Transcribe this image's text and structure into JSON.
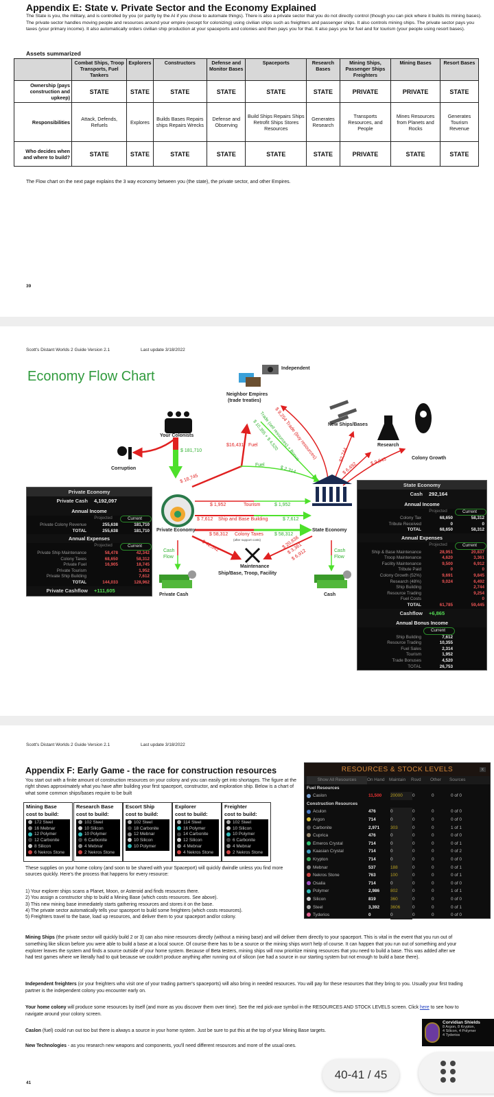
{
  "page39": {
    "title": "Appendix E:  State v. Private Sector and the Economy Explained",
    "intro": "The State is you, the military, and is controlled by you (or partly by the AI if you chose to automate things).  There is also a private sector that you do not directly control (though you can pick where it builds its mining bases).  The private sector handles moving people and resources around your empire (except for colonizing) using civilian ships such as freighters and passenger ships.  It also controls mining ships.  The private sector pays you taxes (your primary income).  It also automatically orders civilian ship production at your spaceports and colonies and then pays you for that.  It also pays you for fuel and for tourism (your people using resort bases).",
    "assets_heading": "Assets summarized",
    "columns": [
      "Combat Ships, Troop Transports, Fuel Tankers",
      "Explorers",
      "Constructors",
      "Defense and Monitor Bases",
      "Spaceports",
      "Research Bases",
      "Mining Ships, Passenger Ships Freighters",
      "Mining Bases",
      "Resort Bases"
    ],
    "rows": [
      {
        "label": "Ownership (pays construction and upkeep)",
        "cells": [
          "STATE",
          "STATE",
          "STATE",
          "STATE",
          "STATE",
          "STATE",
          "PRIVATE",
          "PRIVATE",
          "STATE"
        ],
        "big": true
      },
      {
        "label": "Responsibilities",
        "cells": [
          "Attack, Defends, Refuels",
          "Explores",
          "Builds Bases Repairs ships Repairs Wrecks",
          "Defense and Observing",
          "Build Ships Repairs Ships Retrofit Ships Stores Resources",
          "Generates Research",
          "Transports Resources, and People",
          "Mines Resources from Planets and Rocks",
          "Generates Tourism Revenue"
        ],
        "big": false
      },
      {
        "label": "Who decides when and where to build?",
        "cells": [
          "STATE",
          "STATE",
          "STATE",
          "STATE",
          "STATE",
          "STATE",
          "PRIVATE",
          "STATE",
          "STATE"
        ],
        "big": true
      }
    ],
    "flow_note": "The Flow chart on the next page explains the 3 way economy between you (the state), the private sector, and other Empires.",
    "page_number": "39"
  },
  "page40": {
    "header_title": "Scott's Distant Worlds 2 Guide   Version 2.1",
    "header_update": "Last update 3/18/2022",
    "title": "Economy Flow Chart",
    "nodes": {
      "independent": "Independent",
      "neighbor": "Neighbor Empires",
      "neighbor_sub": "(trade treaties)",
      "new_ships": "New Ships/Bases",
      "research": "Research",
      "colony_growth": "Colony Growth",
      "colonists": "Your Colonists",
      "corruption": "Corruption",
      "private_economy": "Private Economy",
      "state_economy": "State Economy",
      "maintenance": "Maintenance",
      "maintenance_sub": "Ship/Base, Troop, Facility",
      "private_cash": "Private Cash",
      "cash": "Cash",
      "cash_flow_1": "Cash",
      "cash_flow_2": "Flow"
    },
    "flows": {
      "colonists_income": "$ 181,710",
      "fuel_out": "$16,431",
      "fuel_word": "Fuel",
      "fuel_in_word": "Fuel",
      "fuel_in": "$ 2,314",
      "fuel_private": "$ 18,745",
      "trade_buy": "$ 9,254  Trade (buy resources)",
      "trade_sell": "Trade (sell resources) + Bonus",
      "trade_sell_amt": "$ 10,355 + $ 4,520",
      "new_ships_amt": "$2,744",
      "research_amt": "$ 6,492",
      "growth_amt": "$ 9,845",
      "tourism_l": "$ 1,952",
      "tourism_word": "Tourism",
      "tourism_r": "$ 1,952",
      "ship_l": "$ 7,612",
      "ship_word": "Ship and Base Building",
      "ship_r": "$ 7,612",
      "tax_l": "$ 58,312",
      "tax_word": "Colony  Taxes",
      "tax_sub": "(after support costs)",
      "tax_r": "$ 58,312",
      "maint_private": "$ 42,342",
      "maint_state_1": "$ 20,836",
      "maint_state_2": "$ 3,361",
      "maint_state_3": "$ 6,912"
    },
    "private_panel": {
      "title": "Private Economy",
      "cash_label": "Private Cash",
      "cash": "4,192,097",
      "income_title": "Annual Income",
      "projected": "Projected",
      "current": "Current",
      "income": [
        {
          "k": "Private Colony Revenue",
          "p": "255,638",
          "c": "181,710"
        },
        {
          "k": "TOTAL",
          "p": "255,638",
          "c": "181,710"
        }
      ],
      "expenses_title": "Annual Expenses",
      "expenses": [
        {
          "k": "Private Ship Maintenance",
          "p": "58,478",
          "c": "42,342"
        },
        {
          "k": "Colony Taxes",
          "p": "68,650",
          "c": "58,312"
        },
        {
          "k": "Private Fuel",
          "p": "16,905",
          "c": "18,745"
        },
        {
          "k": "Private Tourism",
          "p": "",
          "c": "1,952"
        },
        {
          "k": "Private Ship Building",
          "p": "",
          "c": "7,612"
        },
        {
          "k": "TOTAL",
          "p": "144,033",
          "c": "128,962"
        }
      ],
      "cashflow_label": "Private Cashflow",
      "cashflow": "+111,605"
    },
    "state_panel": {
      "title": "State Economy",
      "cash_label": "Cash",
      "cash": "292,164",
      "income_title": "Annual Income",
      "projected": "Projected",
      "current": "Current",
      "income": [
        {
          "k": "Colony Tax",
          "p": "68,650",
          "c": "58,312"
        },
        {
          "k": "Tribute Received",
          "p": "0",
          "c": "0"
        },
        {
          "k": "TOTAL",
          "p": "68,650",
          "c": "58,312"
        }
      ],
      "expenses_title": "Annual Expenses",
      "expenses": [
        {
          "k": "Ship & Base Maintenance",
          "p": "28,951",
          "c": "20,837"
        },
        {
          "k": "Troop Maintenance",
          "p": "4,620",
          "c": "3,361"
        },
        {
          "k": "Facility Maintenance",
          "p": "9,500",
          "c": "6,912"
        },
        {
          "k": "Tribute Paid",
          "p": "0",
          "c": "0"
        },
        {
          "k": "Colony Growth (52%)",
          "p": "9,691",
          "c": "9,845"
        },
        {
          "k": "Research (48%)",
          "p": "9,024",
          "c": "6,492"
        },
        {
          "k": "Ship Building",
          "p": "",
          "c": "2,744"
        },
        {
          "k": "Resource Trading",
          "p": "",
          "c": "9,254"
        },
        {
          "k": "Fuel Costs",
          "p": "",
          "c": "0"
        },
        {
          "k": "TOTAL",
          "p": "61,785",
          "c": "59,445"
        }
      ],
      "cashflow_label": "Cashflow",
      "cashflow": "+6,865",
      "bonus_title": "Annual Bonus Income",
      "bonus_current": "Current",
      "bonus": [
        {
          "k": "Ship Building",
          "c": "7,612"
        },
        {
          "k": "Resource Trading",
          "c": "10,355"
        },
        {
          "k": "Fuel Sales",
          "c": "2,314"
        },
        {
          "k": "Tourism",
          "c": "1,952"
        },
        {
          "k": "Trade Bonuses",
          "c": "4,520"
        },
        {
          "k": "TOTAL",
          "c": "26,753"
        }
      ]
    }
  },
  "page41": {
    "header_title": "Scott's Distant Worlds 2 Guide   Version 2.1",
    "header_update": "Last update 3/18/2022",
    "title": "Appendix F:  Early Game - the race for construction resources",
    "intro": "You start out with a finite amount of construction resources on your colony and you can easily get into shortages.  The figure at the right shows approximately what you have after building your first spaceport, constructor, and exploration ship.  Below is a chart of what some common ships/bases require to be built",
    "costs": [
      {
        "t1": "Mining Base",
        "t2": "cost to build:",
        "items": [
          {
            "n": "172 Steel",
            "c": "#aaa"
          },
          {
            "n": "16 Mebnar",
            "c": "#888"
          },
          {
            "n": "12 Polymer",
            "c": "#3bb"
          },
          {
            "n": "12 Carbonite",
            "c": "#444"
          },
          {
            "n": "8 Silicon",
            "c": "#ccc"
          },
          {
            "n": "6 Nekros Stone",
            "c": "#c44"
          }
        ]
      },
      {
        "t1": "Research Base",
        "t2": "cost to build:",
        "items": [
          {
            "n": "102 Steel",
            "c": "#aaa"
          },
          {
            "n": "10 Silicon",
            "c": "#ccc"
          },
          {
            "n": "10 Polymer",
            "c": "#3bb"
          },
          {
            "n": "6 Carbonite",
            "c": "#444"
          },
          {
            "n": "4 Mebnar",
            "c": "#888"
          },
          {
            "n": "2 Nekros Stone",
            "c": "#c44"
          }
        ]
      },
      {
        "t1": "Escort Ship",
        "t2": "cost to build:",
        "items": [
          {
            "n": "102 Steel",
            "c": "#aaa"
          },
          {
            "n": "18 Carbonite",
            "c": "#444"
          },
          {
            "n": "12 Mebnar",
            "c": "#888"
          },
          {
            "n": "10 Silicon",
            "c": "#ccc"
          },
          {
            "n": "10 Polymer",
            "c": "#3bb"
          }
        ]
      },
      {
        "t1": "Explorer",
        "t2": "cost to build:",
        "items": [
          {
            "n": "114 Steel",
            "c": "#aaa"
          },
          {
            "n": "16 Polymer",
            "c": "#3bb"
          },
          {
            "n": "14 Carbonite",
            "c": "#444"
          },
          {
            "n": "12 Silicon",
            "c": "#ccc"
          },
          {
            "n": "4 Mebnar",
            "c": "#888"
          },
          {
            "n": "4 Nekros Stone",
            "c": "#c44"
          }
        ]
      },
      {
        "t1": "Freighter",
        "t2": "cost to build:",
        "items": [
          {
            "n": "102 Steel",
            "c": "#aaa"
          },
          {
            "n": "10 Silicon",
            "c": "#ccc"
          },
          {
            "n": "10 Polymer",
            "c": "#3bb"
          },
          {
            "n": "6 Carbonite",
            "c": "#444"
          },
          {
            "n": "4 Mebnar",
            "c": "#888"
          },
          {
            "n": "2 Nekros Stone",
            "c": "#c44"
          }
        ]
      }
    ],
    "supplies": "These supplies on your home colony (and soon to be shared with your Spaceport) will quickly dwindle unless you find more sources quickly.  Here's the process that happens for every resource:",
    "steps": [
      "1) Your explorer ships scans a Planet, Moon, or Asteroid and finds resources there.",
      "2) You assign a constructor ship to build a Mining Base (which costs resources.  See above).",
      "3) This new mining base immediately starts gathering resources and stores it on the base.",
      "4) The private sector automatically tells your spaceport to build some freighters (which costs resources).",
      "5) Freighters travel to the base, load up resources, and deliver them to your spaceport and/or colony."
    ],
    "mining_bold": "Mining Ships",
    "mining_text": " (the private sector will quickly build 2 or 3) can also mine resources directly (without a mining base) and will deliver them directly to your spaceport.  This is vital in the event that you run out of something like silicon before you were able to build a base at a local source.  Of course there has to be a source or the mining ships won't help of course.  It can happen that you run out of something and your explorer leaves the system and finds a source outside of your home system.  Because of Beta testers, mining ships will now prioritize mining resources that you need to build a base. This was added after we had test games where we literally had to quit because we couldn't produce anything after running out of silicon (we had a source in our starting system but not enough to build a base there).",
    "indep_bold": "Independent freighters",
    "indep_text": " (or your freighters who visit one of your trading partner's spaceports) will also bring in needed resources. You will pay for these resources that they bring to you.  Usually your first trading partner is the independent colony you encounter early on.",
    "home_bold": "Your home colony",
    "home_text": " will produce some resources by itself (and more as you discover them over time).  See the red pick-axe symbol in the RESOURCES AND STOCK LEVELS screen.  Click ",
    "home_link": "here",
    "home_tail": " to see how to navigate around your colony screen.",
    "caslon_bold": "Caslon",
    "caslon_text": " (fuel) could run out too but there is always a source in your home system.  Just be sure to put this at the top of your Mining Base targets.",
    "newtech_bold": "New Technologies",
    "newtech_text": " - as you research new weapons and components, you'll need different resources and more of the usual ones.",
    "page_number": "41",
    "resources": {
      "title": "RESOURCES & STOCK LEVELS",
      "close": "x",
      "filter": "Show All Resources",
      "cols": [
        "On Hand",
        "Maintain",
        "Rsvd",
        "Other",
        "Sources"
      ],
      "fuel_heading": "Fuel Resources",
      "construction_heading": "Construction Resources",
      "fuel": [
        {
          "n": "Caslon",
          "h": "11,500",
          "m": "20000",
          "r": "0",
          "o": "0",
          "s": "0 of 0",
          "c": "#7aa0d0"
        }
      ],
      "rows": [
        {
          "n": "Aculon",
          "h": "476",
          "m": "0",
          "r": "0",
          "o": "0",
          "s": "0 of 0",
          "c": "#4a7ac0"
        },
        {
          "n": "Argon",
          "h": "714",
          "m": "0",
          "r": "0",
          "o": "0",
          "s": "0 of 0",
          "c": "#d8c040"
        },
        {
          "n": "Carbonite",
          "h": "2,971",
          "m": "303",
          "r": "0",
          "o": "0",
          "s": "1 of 1",
          "c": "#555"
        },
        {
          "n": "Cuprica",
          "h": "476",
          "m": "0",
          "r": "0",
          "o": "0",
          "s": "0 of 0",
          "c": "#998a70"
        },
        {
          "n": "Emeros Crystal",
          "h": "714",
          "m": "0",
          "r": "0",
          "o": "0",
          "s": "0 of 1",
          "c": "#30c070"
        },
        {
          "n": "Kaasian Crystal",
          "h": "714",
          "m": "0",
          "r": "0",
          "o": "0",
          "s": "0 of 2",
          "c": "#40a0c0"
        },
        {
          "n": "Krypton",
          "h": "714",
          "m": "0",
          "r": "0",
          "o": "0",
          "s": "0 of 0",
          "c": "#40b060"
        },
        {
          "n": "Mebnar",
          "h": "537",
          "m": "188",
          "r": "0",
          "o": "0",
          "s": "0 of 1",
          "c": "#888"
        },
        {
          "n": "Nekros Stone",
          "h": "763",
          "m": "100",
          "r": "0",
          "o": "0",
          "s": "0 of 1",
          "c": "#c44"
        },
        {
          "n": "Osalia",
          "h": "714",
          "m": "0",
          "r": "0",
          "o": "0",
          "s": "0 of 0",
          "c": "#a050c0"
        },
        {
          "n": "Polymer",
          "h": "2,986",
          "m": "802",
          "r": "0",
          "o": "0",
          "s": "1 of 1",
          "c": "#3bb"
        },
        {
          "n": "Silicon",
          "h": "819",
          "m": "360",
          "r": "0",
          "o": "0",
          "s": "0 of 0",
          "c": "#ccc"
        },
        {
          "n": "Steel",
          "h": "3,392",
          "m": "3606",
          "r": "0",
          "o": "0",
          "s": "0 of 1",
          "c": "#aaa"
        },
        {
          "n": "Tyderios",
          "h": "0",
          "m": "0",
          "r": "0",
          "o": "0",
          "s": "0 of 0",
          "c": "#e06090"
        }
      ]
    },
    "tooltip": {
      "title": "Corvidian Shields",
      "line1": "8 Argon,  8 Krypton,",
      "line2": "4 Silicon,  4 Polymer",
      "line3": "4 Tyderios"
    }
  },
  "viewer": {
    "page_indicator": "40-41 / 45"
  }
}
